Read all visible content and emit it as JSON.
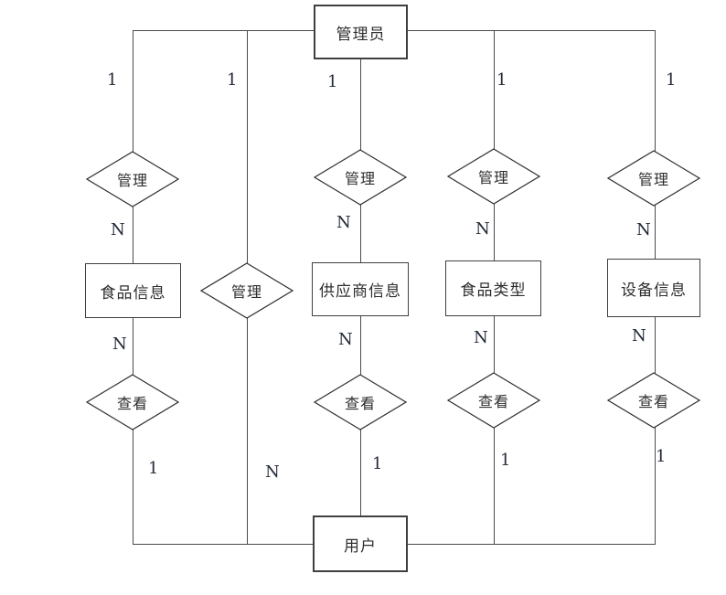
{
  "diagram": {
    "top_entity": {
      "label": "管理员"
    },
    "bottom_entity": {
      "label": "用户"
    },
    "entities": [
      {
        "label": "食品信息"
      },
      {
        "label": "供应商信息"
      },
      {
        "label": "食品类型"
      },
      {
        "label": "设备信息"
      }
    ],
    "relationships": {
      "manage": "管理",
      "view": "查看"
    },
    "cardinalities": {
      "one": "1",
      "many": "N"
    },
    "colors": {
      "line": "#4a4a4a",
      "text": "#2e2e2e",
      "background": "#ffffff"
    }
  }
}
